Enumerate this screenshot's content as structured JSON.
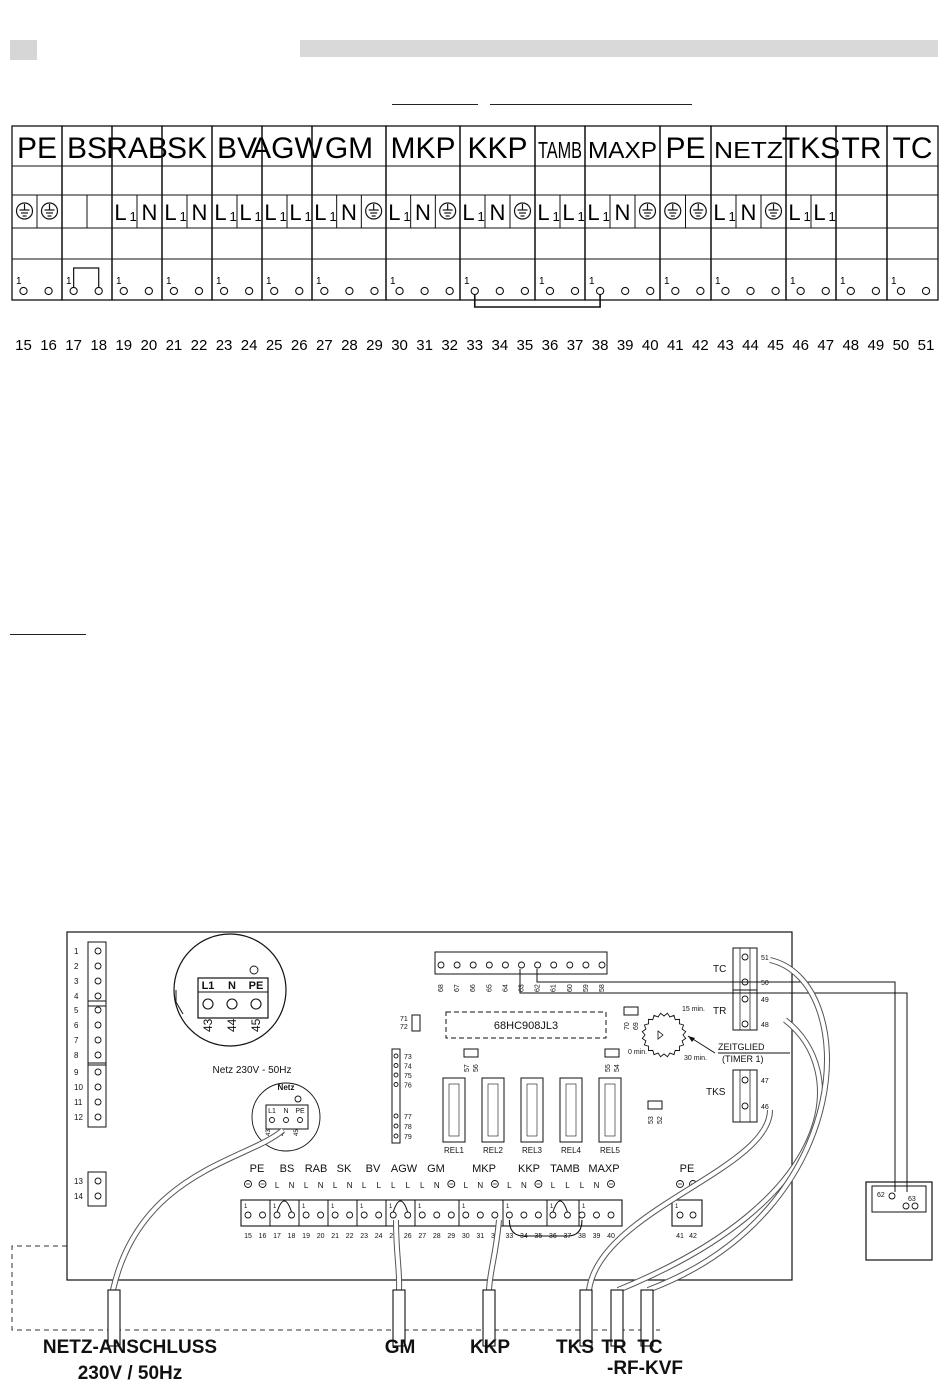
{
  "terminal_strip": {
    "blocks": [
      {
        "label": "PE",
        "symbols": [
          "⏚",
          "⏚"
        ],
        "numbers": [
          "15",
          "16"
        ],
        "marker": "1"
      },
      {
        "label": "BS",
        "symbols": [
          "",
          ""
        ],
        "numbers": [
          "17",
          "18"
        ],
        "marker": "1"
      },
      {
        "label": "RAB",
        "symbols": [
          "L1",
          "N"
        ],
        "numbers": [
          "19",
          "20"
        ],
        "marker": "1"
      },
      {
        "label": "SK",
        "symbols": [
          "L1",
          "N"
        ],
        "numbers": [
          "21",
          "22"
        ],
        "marker": "1"
      },
      {
        "label": "BV",
        "symbols": [
          "L1",
          "L1"
        ],
        "numbers": [
          "23",
          "24"
        ],
        "marker": "1"
      },
      {
        "label": "AGW",
        "symbols": [
          "L1",
          "L1"
        ],
        "numbers": [
          "25",
          "26"
        ],
        "marker": "1"
      },
      {
        "label": "GM",
        "symbols": [
          "L1",
          "N",
          "⏚"
        ],
        "numbers": [
          "27",
          "28",
          "29"
        ],
        "marker": "1"
      },
      {
        "label": "MKP",
        "symbols": [
          "L1",
          "N",
          "⏚"
        ],
        "numbers": [
          "30",
          "31",
          "32"
        ],
        "marker": "1"
      },
      {
        "label": "KKP",
        "symbols": [
          "L1",
          "N",
          "⏚"
        ],
        "numbers": [
          "33",
          "34",
          "35"
        ],
        "marker": "1"
      },
      {
        "label": "TAMB",
        "symbols": [
          "L1",
          "L1"
        ],
        "numbers": [
          "36",
          "37"
        ],
        "marker": "1"
      },
      {
        "label": "MAXP",
        "symbols": [
          "L1",
          "N",
          "⏚"
        ],
        "numbers": [
          "38",
          "39",
          "40"
        ],
        "marker": "1"
      },
      {
        "label": "PE",
        "symbols": [
          "⏚",
          "⏚"
        ],
        "numbers": [
          "41",
          "42"
        ],
        "marker": "1"
      },
      {
        "label": "NETZ",
        "symbols": [
          "L1",
          "N",
          "⏚"
        ],
        "numbers": [
          "43",
          "44",
          "45"
        ],
        "marker": "1"
      },
      {
        "label": "TKS",
        "symbols": [
          "L1",
          "L1"
        ],
        "numbers": [
          "46",
          "47"
        ],
        "marker": "1"
      },
      {
        "label": "TR",
        "symbols": [
          ""
        ],
        "numbers": [
          "48",
          "49"
        ],
        "marker": "1"
      },
      {
        "label": "TC",
        "symbols": [
          ""
        ],
        "numbers": [
          "50",
          "51"
        ],
        "marker": "1"
      }
    ]
  },
  "board": {
    "left_terminals": [
      "1",
      "2",
      "3",
      "4",
      "5",
      "6",
      "7",
      "8",
      "9",
      "10",
      "11",
      "12",
      "13",
      "14"
    ],
    "netz_zoom": {
      "labels": [
        "L1",
        "N",
        "PE"
      ],
      "numbers": [
        "43",
        "44",
        "45"
      ]
    },
    "netz_caption": "Netz 230V - 50Hz",
    "netz_small": {
      "title": "Netz",
      "labels": [
        "L1",
        "N",
        "PE"
      ],
      "numbers": [
        "43",
        "44",
        "45"
      ]
    },
    "top_connector_numbers": [
      "68",
      "67",
      "66",
      "65",
      "64",
      "63",
      "62",
      "61",
      "60",
      "59",
      "58"
    ],
    "chip_label": "68HC908JL3",
    "jumpers": [
      "71",
      "72",
      "70",
      "69",
      "57",
      "56",
      "55",
      "54",
      "53",
      "52"
    ],
    "vertical_pins": [
      "73",
      "74",
      "75",
      "76",
      "77",
      "78",
      "79"
    ],
    "relays": [
      "REL1",
      "REL2",
      "REL3",
      "REL4",
      "REL5"
    ],
    "timer": {
      "label1": "ZEITGLIED",
      "label2": "(TIMER 1)",
      "t15": "15 min.",
      "t30": "30 min.",
      "t0": "0 min."
    },
    "right_labels": {
      "tc": "TC",
      "tr": "TR",
      "tks": "TKS"
    },
    "right_pins": [
      "51",
      "50",
      "49",
      "48",
      "47",
      "46"
    ],
    "ext_box_pins": [
      "62",
      "63"
    ],
    "group_labels": [
      "PE",
      "BS",
      "RAB",
      "SK",
      "BV",
      "AGW",
      "GM",
      "MKP",
      "KKP",
      "TAMB",
      "MAXP",
      "PE"
    ],
    "sub_labels": [
      "⏚",
      "⏚",
      "L",
      "N",
      "L",
      "N",
      "L",
      "N",
      "L",
      "L",
      "L",
      "L",
      "L",
      "N",
      "⏚",
      "L",
      "N",
      "⏚",
      "L",
      "N",
      "⏚",
      "L",
      "L",
      "L",
      "N",
      "⏚",
      "⏚",
      "⏚"
    ],
    "bottom_numbers": [
      "15",
      "16",
      "17",
      "18",
      "19",
      "20",
      "21",
      "22",
      "23",
      "24",
      "25",
      "26",
      "27",
      "28",
      "29",
      "30",
      "31",
      "32",
      "33",
      "34",
      "35",
      "36",
      "37",
      "38",
      "39",
      "40",
      "41",
      "42"
    ]
  },
  "captions": {
    "netz": "NETZ-ANSCHLUSS",
    "netz2": "230V / 50Hz",
    "gm": "GM",
    "kkp": "KKP",
    "tks": "TKS",
    "tr": "TR",
    "tc": "TC",
    "rfkvf": "-RF-KVF"
  }
}
